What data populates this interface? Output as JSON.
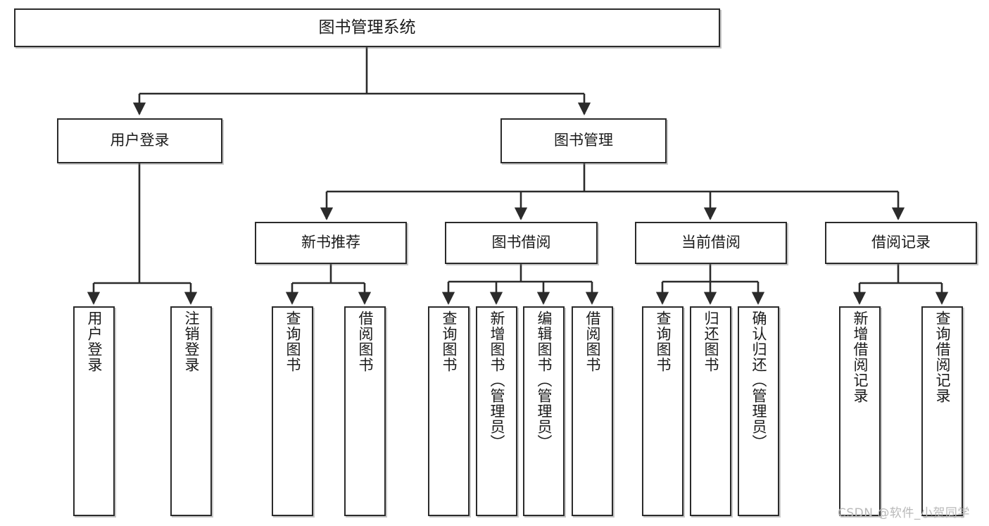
{
  "diagram": {
    "title": "图书管理系统",
    "type": "tree-hierarchy",
    "root": {
      "label": "图书管理系统"
    },
    "level2": [
      {
        "label": "用户登录"
      },
      {
        "label": "图书管理"
      }
    ],
    "level3": [
      {
        "label": "新书推荐"
      },
      {
        "label": "图书借阅"
      },
      {
        "label": "当前借阅"
      },
      {
        "label": "借阅记录"
      }
    ],
    "leaves": {
      "user_login": [
        {
          "label": "用户登录"
        },
        {
          "label": "注销登录"
        }
      ],
      "new_book_recommend": [
        {
          "label": "查询图书"
        },
        {
          "label": "借阅图书"
        }
      ],
      "book_borrow": [
        {
          "label": "查询图书"
        },
        {
          "label": "新增图书（管理员）"
        },
        {
          "label": "编辑图书（管理员）"
        },
        {
          "label": "借阅图书"
        }
      ],
      "current_borrow": [
        {
          "label": "查询图书"
        },
        {
          "label": "归还图书"
        },
        {
          "label": "确认归还（管理员）"
        }
      ],
      "borrow_record": [
        {
          "label": "新增借阅记录"
        },
        {
          "label": "查询借阅记录"
        }
      ]
    }
  },
  "watermark": {
    "text": "CSDN @软件_小贺同学"
  },
  "colors": {
    "border": "#2b2b2b",
    "background": "#ffffff",
    "text": "#1a1a1a",
    "watermark": "#b9b9b9"
  }
}
